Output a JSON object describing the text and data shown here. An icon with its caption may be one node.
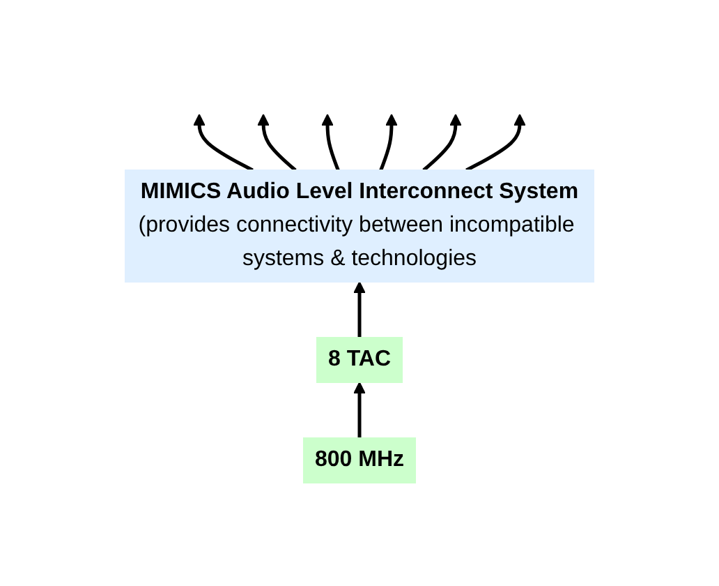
{
  "diagram": {
    "nodes": [
      {
        "text": [
          "MIMICS Audio Level Interconnect System",
          "(provides connectivity between incompatible systems & technologies"
        ]
      },
      {
        "text": [
          "8 TAC"
        ]
      },
      {
        "text": [
          "800 MHz"
        ]
      }
    ],
    "edges": [
      {
        "from": 0,
        "to": null,
        "arrow": "to"
      },
      {
        "from": 0,
        "to": null,
        "arrow": "to"
      },
      {
        "from": 0,
        "to": null,
        "arrow": "to"
      },
      {
        "from": 0,
        "to": null,
        "arrow": "to"
      },
      {
        "from": 0,
        "to": null,
        "arrow": "to"
      },
      {
        "from": 0,
        "to": null,
        "arrow": "to"
      },
      {
        "from": 1,
        "to": 0,
        "arrow": "to"
      },
      {
        "from": 2,
        "to": 1,
        "arrow": "to"
      }
    ]
  }
}
